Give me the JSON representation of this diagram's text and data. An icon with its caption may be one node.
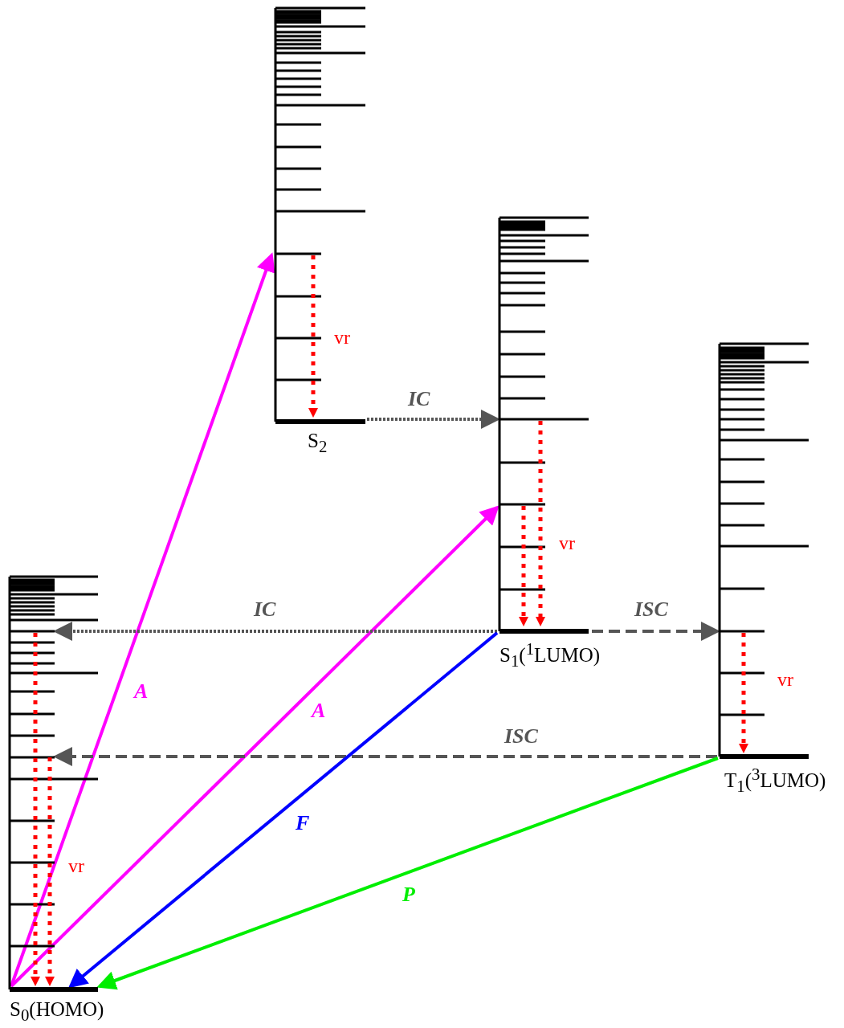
{
  "diagram": {
    "nodes": [
      {
        "text": [
          "S$_{0}$(HOMO)"
        ]
      },
      {
        "text": [
          "S$_{2}$"
        ]
      },
      {
        "text": [
          "S$_{1}$($^{1}$LUMO)"
        ]
      },
      {
        "text": [
          "T$_{1}$($^{3}$LUMO)"
        ]
      }
    ],
    "edges": [
      {
        "from": 0,
        "to": 1,
        "arrow": "to",
        "label": "A",
        "color": "#ff00ff"
      },
      {
        "from": 0,
        "to": 2,
        "arrow": "to",
        "label": "A",
        "color": "#ff00ff"
      },
      {
        "from": 1,
        "to": 2,
        "arrow": "to",
        "label": "IC",
        "style": "dashed"
      },
      {
        "from": 2,
        "to": 0,
        "arrow": "to",
        "label": "IC",
        "style": "dashed"
      },
      {
        "from": 2,
        "to": 3,
        "arrow": "to",
        "label": "ISC",
        "style": "dashed"
      },
      {
        "from": 3,
        "to": 0,
        "arrow": "to",
        "label": "ISC",
        "style": "dashed"
      },
      {
        "from": 2,
        "to": 0,
        "arrow": "to",
        "label": "F",
        "color": "#0000ff"
      },
      {
        "from": 3,
        "to": 0,
        "arrow": "to",
        "label": "P",
        "color": "#00ee00"
      }
    ],
    "labels": [
      "vr",
      "vr",
      "vr",
      "vr"
    ]
  }
}
